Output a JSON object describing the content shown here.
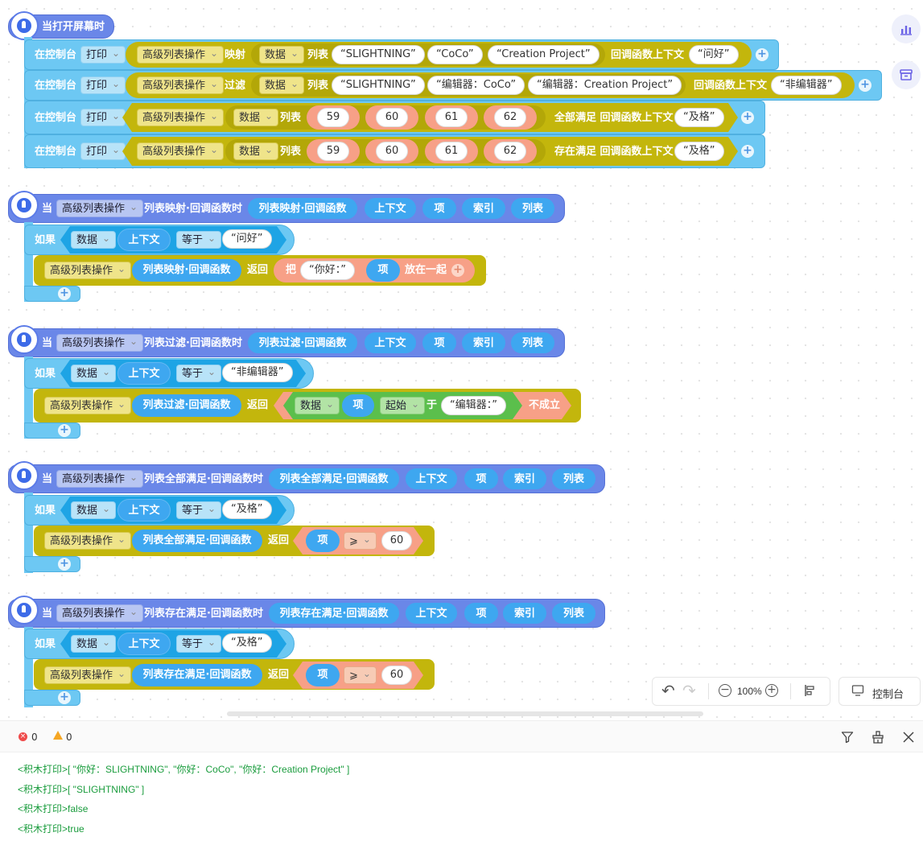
{
  "b1": {
    "hat": "当打开屏幕时",
    "rows": [
      {
        "console": "在控制台",
        "print": "打印",
        "op": "高级列表操作",
        "mode": "映射",
        "var": "数据",
        "list": "列表",
        "items": [
          "SLIGHTNING",
          "CoCo",
          "Creation Project"
        ],
        "cb": "回调函数上下文",
        "ctx": "问好"
      },
      {
        "console": "在控制台",
        "print": "打印",
        "op": "高级列表操作",
        "mode": "过滤",
        "var": "数据",
        "list": "列表",
        "items": [
          "SLIGHTNING",
          "编辑器：CoCo",
          "编辑器：Creation Project"
        ],
        "cb": "回调函数上下文",
        "ctx": "非编辑器"
      },
      {
        "console": "在控制台",
        "print": "打印",
        "op": "高级列表操作",
        "var": "数据",
        "list": "列表",
        "nums": [
          "59",
          "60",
          "61",
          "62"
        ],
        "cb": "全部满足 回调函数上下文",
        "ctx": "及格"
      },
      {
        "console": "在控制台",
        "print": "打印",
        "op": "高级列表操作",
        "var": "数据",
        "list": "列表",
        "nums": [
          "59",
          "60",
          "61",
          "62"
        ],
        "cb": "存在满足 回调函数上下文",
        "ctx": "及格"
      }
    ]
  },
  "events": [
    {
      "when": "当",
      "op": "高级列表操作",
      "title": "列表映射·回调函数时",
      "params": [
        "列表映射·回调函数",
        "上下文",
        "项",
        "索引",
        "列表"
      ],
      "if": "如果",
      "var": "数据",
      "ctx": "上下文",
      "eq": "等于",
      "val": "问好",
      "body_op": "高级列表操作",
      "body_fn": "列表映射·回调函数",
      "ret": "返回",
      "join": "把",
      "str": "你好：",
      "item": "项",
      "joined": "放在一起"
    },
    {
      "when": "当",
      "op": "高级列表操作",
      "title": "列表过滤·回调函数时",
      "params": [
        "列表过滤·回调函数",
        "上下文",
        "项",
        "索引",
        "列表"
      ],
      "if": "如果",
      "var": "数据",
      "ctx": "上下文",
      "eq": "等于",
      "val": "非编辑器",
      "body_op": "高级列表操作",
      "body_fn": "列表过滤·回调函数",
      "ret": "返回",
      "var2": "数据",
      "item": "项",
      "start": "起始",
      "at": "于",
      "str": "编辑器：",
      "not": "不成立"
    },
    {
      "when": "当",
      "op": "高级列表操作",
      "title": "列表全部满足·回调函数时",
      "params": [
        "列表全部满足·回调函数",
        "上下文",
        "项",
        "索引",
        "列表"
      ],
      "if": "如果",
      "var": "数据",
      "ctx": "上下文",
      "eq": "等于",
      "val": "及格",
      "body_op": "高级列表操作",
      "body_fn": "列表全部满足·回调函数",
      "ret": "返回",
      "item": "项",
      "cmp": "⩾",
      "num": "60"
    },
    {
      "when": "当",
      "op": "高级列表操作",
      "title": "列表存在满足·回调函数时",
      "params": [
        "列表存在满足·回调函数",
        "上下文",
        "项",
        "索引",
        "列表"
      ],
      "if": "如果",
      "var": "数据",
      "ctx": "上下文",
      "eq": "等于",
      "val": "及格",
      "body_op": "高级列表操作",
      "body_fn": "列表存在满足·回调函数",
      "ret": "返回",
      "item": "项",
      "cmp": "⩾",
      "num": "60"
    }
  ],
  "toolbar": {
    "zoom": "100%",
    "console": "控制台"
  },
  "status": {
    "errors": "0",
    "warnings": "0"
  },
  "logs": [
    "<积木打印>[ \"你好：SLIGHTNING\", \"你好：CoCo\", \"你好：Creation Project\" ]",
    "<积木打印>[ \"SLIGHTNING\" ]",
    "<积木打印>false",
    "<积木打印>true"
  ],
  "icons": {
    "side1": "bar-chart-icon",
    "side2": "store-icon",
    "undo": "undo-icon",
    "redo": "redo-icon",
    "zoom_out": "zoom-out-icon",
    "zoom_in": "zoom-in-icon",
    "align": "align-icon",
    "monitor": "monitor-icon",
    "filter": "filter-icon",
    "clear": "broom-icon",
    "close": "close-icon"
  }
}
